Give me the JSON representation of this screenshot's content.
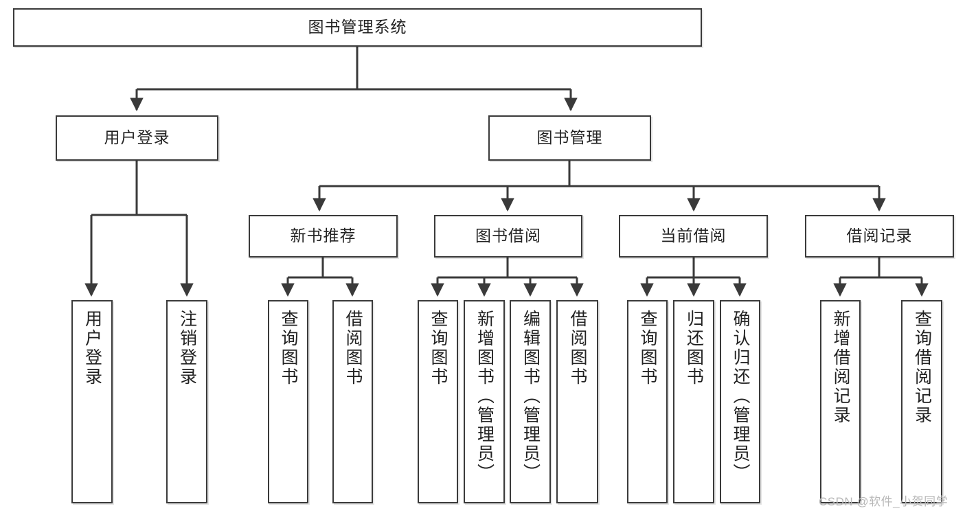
{
  "diagram": {
    "type": "tree-hierarchy-chart",
    "title": "图书管理系统",
    "orientation": "top-down",
    "colors": {
      "box_border": "#3a3a3a",
      "box_fill": "#ffffff",
      "edge": "#3a3a3a",
      "text": "#222222",
      "watermark": "#b8b8b8"
    },
    "levels": [
      {
        "level": 1,
        "nodes": [
          {
            "id": "root",
            "label": "图书管理系统"
          }
        ]
      },
      {
        "level": 2,
        "nodes": [
          {
            "id": "user-login",
            "label": "用户登录",
            "parent": "root"
          },
          {
            "id": "book-manage",
            "label": "图书管理",
            "parent": "root"
          }
        ]
      },
      {
        "level": 3,
        "nodes": [
          {
            "id": "new-book-rec",
            "label": "新书推荐",
            "parent": "book-manage"
          },
          {
            "id": "book-borrow",
            "label": "图书借阅",
            "parent": "book-manage"
          },
          {
            "id": "current-borrow",
            "label": "当前借阅",
            "parent": "book-manage"
          },
          {
            "id": "borrow-record",
            "label": "借阅记录",
            "parent": "book-manage"
          }
        ]
      },
      {
        "level": 4,
        "nodes": [
          {
            "id": "leaf-user-login",
            "label": "用户登录",
            "parent": "user-login"
          },
          {
            "id": "leaf-logout",
            "label": "注销登录",
            "parent": "user-login"
          },
          {
            "id": "leaf-query-book-1",
            "label": "查询图书",
            "parent": "new-book-rec"
          },
          {
            "id": "leaf-borrow-book-1",
            "label": "借阅图书",
            "parent": "new-book-rec"
          },
          {
            "id": "leaf-query-book-2",
            "label": "查询图书",
            "parent": "book-borrow"
          },
          {
            "id": "leaf-add-book",
            "label": "新增图书（管理员）",
            "parent": "book-borrow"
          },
          {
            "id": "leaf-edit-book",
            "label": "编辑图书（管理员）",
            "parent": "book-borrow"
          },
          {
            "id": "leaf-borrow-book-2",
            "label": "借阅图书",
            "parent": "book-borrow"
          },
          {
            "id": "leaf-query-book-3",
            "label": "查询图书",
            "parent": "current-borrow"
          },
          {
            "id": "leaf-return-book",
            "label": "归还图书",
            "parent": "current-borrow"
          },
          {
            "id": "leaf-confirm-return",
            "label": "确认归还（管理员）",
            "parent": "current-borrow"
          },
          {
            "id": "leaf-add-record",
            "label": "新增借阅记录",
            "parent": "borrow-record"
          },
          {
            "id": "leaf-query-record",
            "label": "查询借阅记录",
            "parent": "borrow-record"
          }
        ]
      }
    ]
  },
  "watermark": {
    "text": "CSDN @软件_小贺同学"
  }
}
